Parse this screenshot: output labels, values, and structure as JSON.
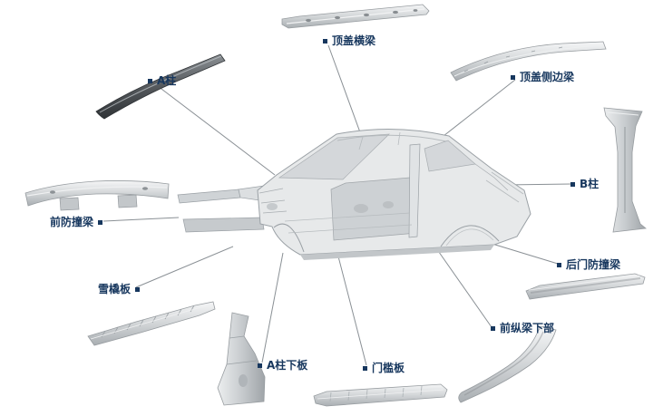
{
  "page": {
    "background_color": "#ffffff",
    "accent_color": "#17375e",
    "leader_line_color": "#8a9095"
  },
  "diagram": {
    "type": "exploded-parts-callout",
    "labels": [
      {
        "part": "roof-cross-member",
        "text": "顶盖横梁",
        "bullet_icon": "square-bullet"
      },
      {
        "part": "roof-side-rail",
        "text": "顶盖侧边梁",
        "bullet_icon": "square-bullet"
      },
      {
        "part": "a-pillar",
        "text": "A柱",
        "bullet_icon": "square-bullet"
      },
      {
        "part": "b-pillar",
        "text": "B柱",
        "bullet_icon": "square-bullet"
      },
      {
        "part": "front-bumper-beam",
        "text": "前防撞梁",
        "bullet_icon": "square-bullet"
      },
      {
        "part": "rear-door-impact-beam",
        "text": "后门防撞梁",
        "bullet_icon": "square-bullet"
      },
      {
        "part": "sled-plate",
        "text": "雪橇板",
        "bullet_icon": "square-bullet"
      },
      {
        "part": "a-pillar-lower-panel",
        "text": "A柱下板",
        "bullet_icon": "square-bullet"
      },
      {
        "part": "door-sill-plate",
        "text": "门槛板",
        "bullet_icon": "square-bullet"
      },
      {
        "part": "front-rail-lower",
        "text": "前纵梁下部",
        "bullet_icon": "square-bullet"
      }
    ]
  }
}
